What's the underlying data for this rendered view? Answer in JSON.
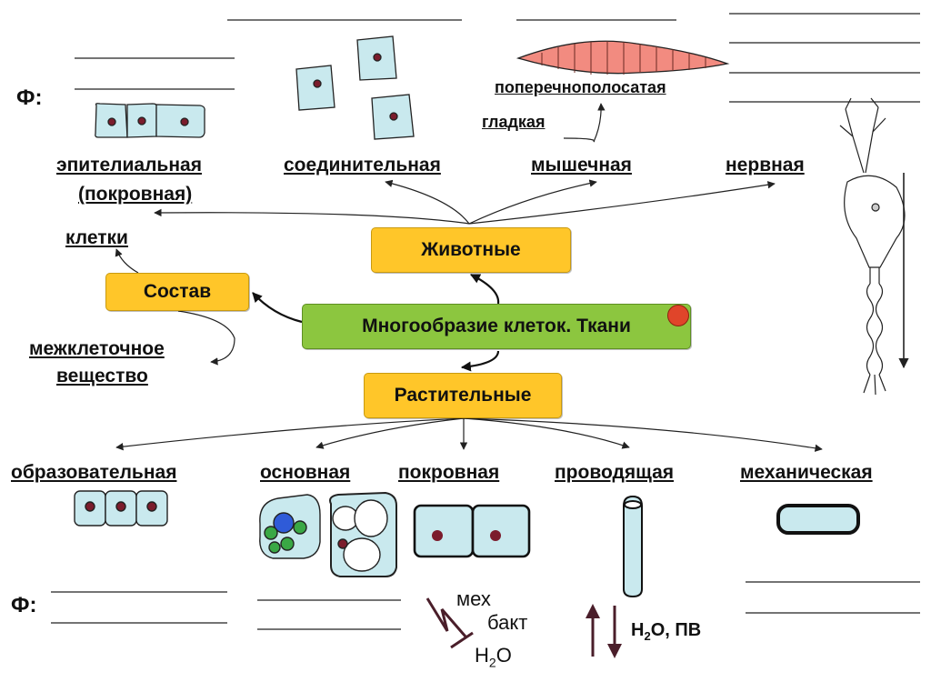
{
  "center": {
    "title": "Многообразие клеток. Ткани"
  },
  "animal": {
    "title": "Животные",
    "tissues": {
      "epithelial": "эпителиальная",
      "epithelial_sub": "(покровная)",
      "connective": "соединительная",
      "muscle": "мышечная",
      "muscle_smooth": "гладкая",
      "muscle_striated": "поперечнополосатая",
      "nervous": "нервная"
    }
  },
  "composition": {
    "title": "Состав",
    "cells": "клетки",
    "intercellular_1": "межклеточное",
    "intercellular_2": "вещество"
  },
  "plant": {
    "title": "Растительные",
    "tissues": {
      "meristem": "образовательная",
      "ground": "основная",
      "cover": "покровная",
      "conductive": "проводящая",
      "mechanical": "механическая"
    }
  },
  "function_label": "Ф:",
  "cover_notes": {
    "line1": "мех",
    "line2": "бакт",
    "h2o_base": "H",
    "h2o_sub": "2",
    "h2o_end": "O"
  },
  "conduct_notes": {
    "base": "H",
    "sub": "2",
    "rest": "O, ПВ"
  },
  "colors": {
    "box_yellow": "#ffc629",
    "box_green": "#8cc63f",
    "cell_fill": "#c9e9ee",
    "nucleus": "#7b1c2c",
    "muscle": "#f28b80",
    "chloroplast": "#3aa845",
    "vacuole_blue": "#2f5bd8"
  }
}
